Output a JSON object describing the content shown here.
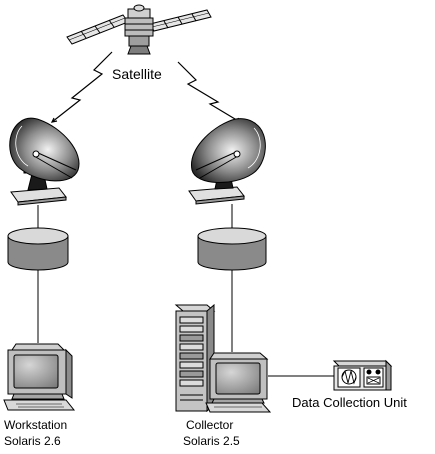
{
  "labels": {
    "satellite": "Satellite",
    "workstation_name": "Workstation",
    "workstation_os": "Solaris 2.6",
    "collector_name": "Collector",
    "collector_os": "Solaris 2.5",
    "dcu": "Data Collection Unit"
  },
  "icons": [
    "satellite-icon",
    "satellite-dish-icon",
    "router-cylinder-icon",
    "monitor-icon",
    "server-tower-icon",
    "data-collection-unit-icon"
  ],
  "colors": {
    "stroke": "#000000",
    "light_gray": "#d9d9d9",
    "mid_gray": "#bfbfbf",
    "dark_gray": "#8a8a8a",
    "screen": "#9a9a9a"
  }
}
